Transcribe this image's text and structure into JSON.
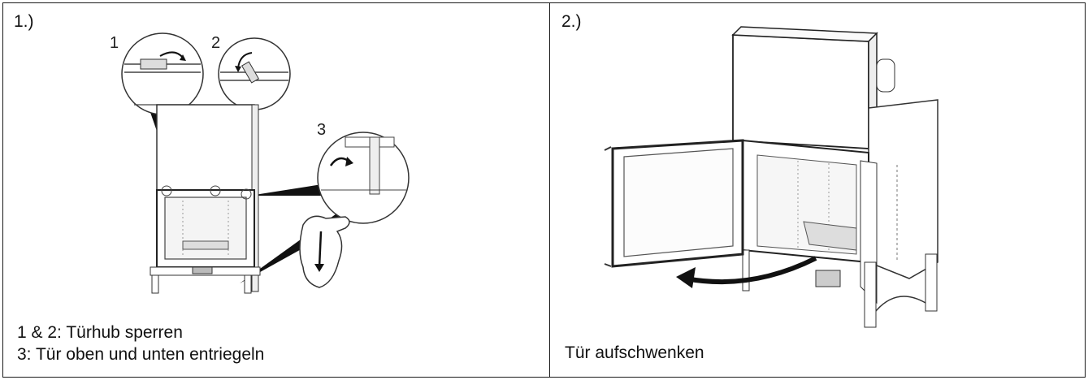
{
  "panel1": {
    "step_label": "1.)",
    "callouts": [
      "1",
      "2",
      "3"
    ],
    "caption_line1": "1 & 2: Türhub sperren",
    "caption_line2": "3: Tür oben und unten entriegeln"
  },
  "panel2": {
    "step_label": "2.)",
    "caption": "Tür aufschwenken"
  }
}
